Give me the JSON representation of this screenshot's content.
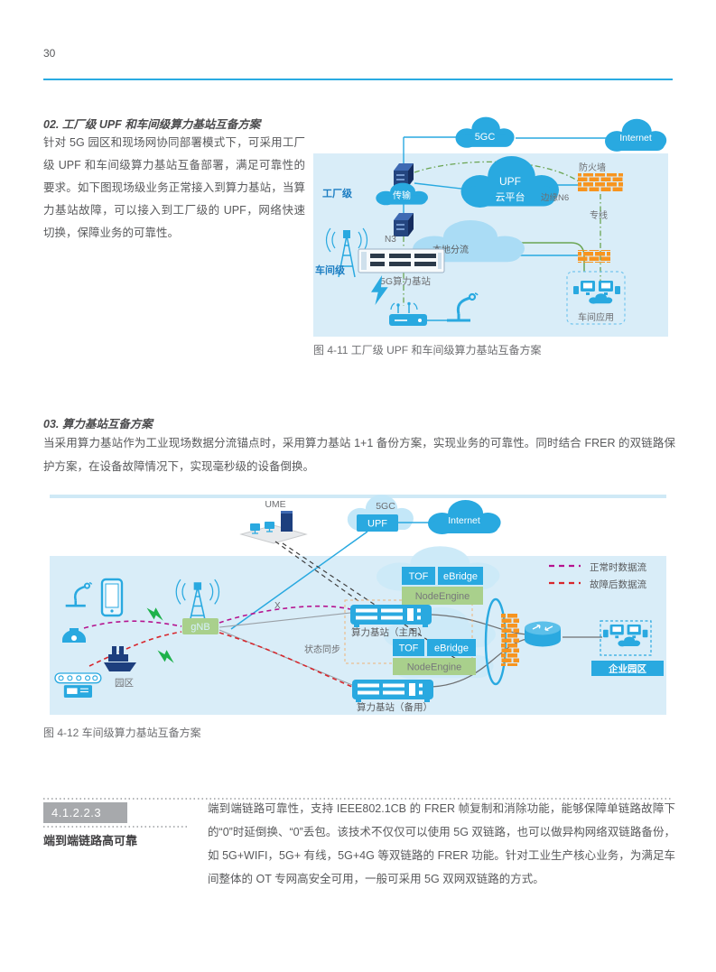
{
  "page": {
    "number": "30"
  },
  "sections": {
    "s02": {
      "title": "02. 工厂级 UPF 和车间级算力基站互备方案",
      "body": "针对 5G 园区和现场网协同部署模式下，可采用工厂级 UPF 和车间级算力基站互备部署，满足可靠性的要求。如下图现场级业务正常接入到算力基站，当算力基站故障，可以接入到工厂级的 UPF，网络快速切换，保障业务的可靠性。"
    },
    "s03": {
      "title": "03. 算力基站互备方案",
      "body": "当采用算力基站作为工业现场数据分流锚点时，采用算力基站 1+1 备份方案，实现业务的可靠性。同时结合 FRER 的双链路保护方案，在设备故障情况下，实现毫秒级的设备倒换。"
    },
    "s4123": {
      "number": "4.1.2.2.3",
      "heading": "端到端链路高可靠",
      "body": "端到端链路可靠性，支持 IEEE802.1CB 的 FRER 帧复制和消除功能，能够保障单链路故障下的“0”时延倒换、“0”丢包。该技术不仅仅可以使用 5G 双链路，也可以做异构网络双链路备份，如 5G+WIFI，5G+ 有线，5G+4G 等双链路的 FRER 功能。针对工业生产核心业务，为满足车间整体的 OT 专网高安全可用，一般可采用 5G 双网双链路的方式。"
    }
  },
  "fig11": {
    "caption": "图 4-11 工厂级 UPF 和车间级算力基站互备方案",
    "labels": {
      "cloud_5gc": "5GC",
      "internet": "Internet",
      "factory_level": "工厂级",
      "upf": "UPF",
      "cloud_platform": "云平台",
      "edge_n6": "边缘N6",
      "firewall": "防火墙",
      "transmission": "传输",
      "n3": "N3",
      "workshop_level": "车间级",
      "local_offload": "本地分流",
      "base_station_5g": "5G算力基站",
      "dedicated_line": "专线",
      "workshop_app": "车间应用"
    }
  },
  "fig12": {
    "caption": "图 4-12 车间级算力基站互备方案",
    "labels": {
      "ume": "UME",
      "cloud_5gc": "5GC",
      "upf": "UPF",
      "internet": "Internet",
      "tof": "TOF",
      "ebridge": "eBridge",
      "node_engine": "NodeEngine",
      "gnb": "gNB",
      "park": "园区",
      "x_mark": "X",
      "primary": "算力基站（主用）",
      "backup": "算力基站（备用）",
      "state_sync": "状态同步",
      "enterprise_park": "企业园区"
    },
    "legend": {
      "normal": {
        "label": "正常时数据流",
        "color": "#b5138f"
      },
      "failure": {
        "label": "故障后数据流",
        "color": "#d8262c"
      }
    }
  },
  "colors": {
    "accent_blue": "#29a9e0",
    "rule_blue": "#29abe2",
    "diagram_bg": "#d9edf8",
    "node_green": "#a9d08c",
    "firewall_orange": "#f7941e",
    "badge_gray": "#a7a9ac"
  }
}
